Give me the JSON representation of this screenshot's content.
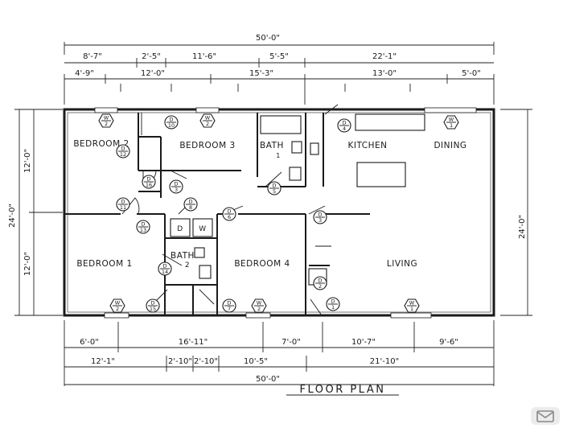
{
  "title": "FLOOR PLAN",
  "dims": {
    "overall_top": "50'-0\"",
    "top_row1": [
      "8'-7\"",
      "2'-5\"",
      "11'-6\"",
      "5'-5\"",
      "22'-1\""
    ],
    "top_row2": [
      "4'-9\"",
      "12'-0\"",
      "15'-3\"",
      "13'-0\"",
      "5'-0\""
    ],
    "left_outer": "24'-0\"",
    "left_inner": [
      "12'-0\"",
      "12'-0\""
    ],
    "right_outer": "24'-0\"",
    "bottom_row1": [
      "6'-0\"",
      "16'-11\"",
      "7'-0\"",
      "10'-7\"",
      "9'-6\""
    ],
    "bottom_row2": [
      "12'-1\"",
      "2'-10\"",
      "2'-10\"",
      "10'-5\"",
      "21'-10\""
    ],
    "overall_bottom": "50'-0\""
  },
  "rooms": {
    "bedroom2": "BEDROOM 2",
    "bedroom3": "BEDROOM 3",
    "bath1": "BATH",
    "bath1_num": "1",
    "kitchen": "KITCHEN",
    "dining": "DINING",
    "bedroom1": "BEDROOM 1",
    "bath2": "BATH",
    "bath2_num": "2",
    "bedroom4": "BEDROOM 4",
    "living": "LIVING"
  },
  "appliances": {
    "dryer": "D",
    "washer": "W"
  },
  "tags": {
    "w2_br2": [
      "W",
      "2"
    ],
    "w2_br3": [
      "W",
      "2"
    ],
    "w1_dining": [
      "W",
      "1"
    ],
    "w2_br1": [
      "W",
      "2"
    ],
    "w2_br4": [
      "W",
      "2"
    ],
    "w1_living": [
      "W",
      "1"
    ],
    "d10": [
      "D",
      "10"
    ],
    "d12": [
      "D",
      "12"
    ],
    "d16": [
      "D",
      "16"
    ],
    "d3_br3": [
      "D",
      "3"
    ],
    "d5_bath1": [
      "D",
      "5"
    ],
    "d4_kitchen": [
      "D",
      "4"
    ],
    "d11": [
      "D",
      "11"
    ],
    "d13": [
      "D",
      "13"
    ],
    "d8": [
      "D",
      "8"
    ],
    "d6": [
      "D",
      "6"
    ],
    "d3_hall": [
      "D",
      "3"
    ],
    "d14": [
      "D",
      "14"
    ],
    "d15": [
      "D",
      "15"
    ],
    "d7": [
      "D",
      "7"
    ],
    "d2": [
      "D",
      "2"
    ],
    "d1": [
      "D",
      "1"
    ]
  }
}
